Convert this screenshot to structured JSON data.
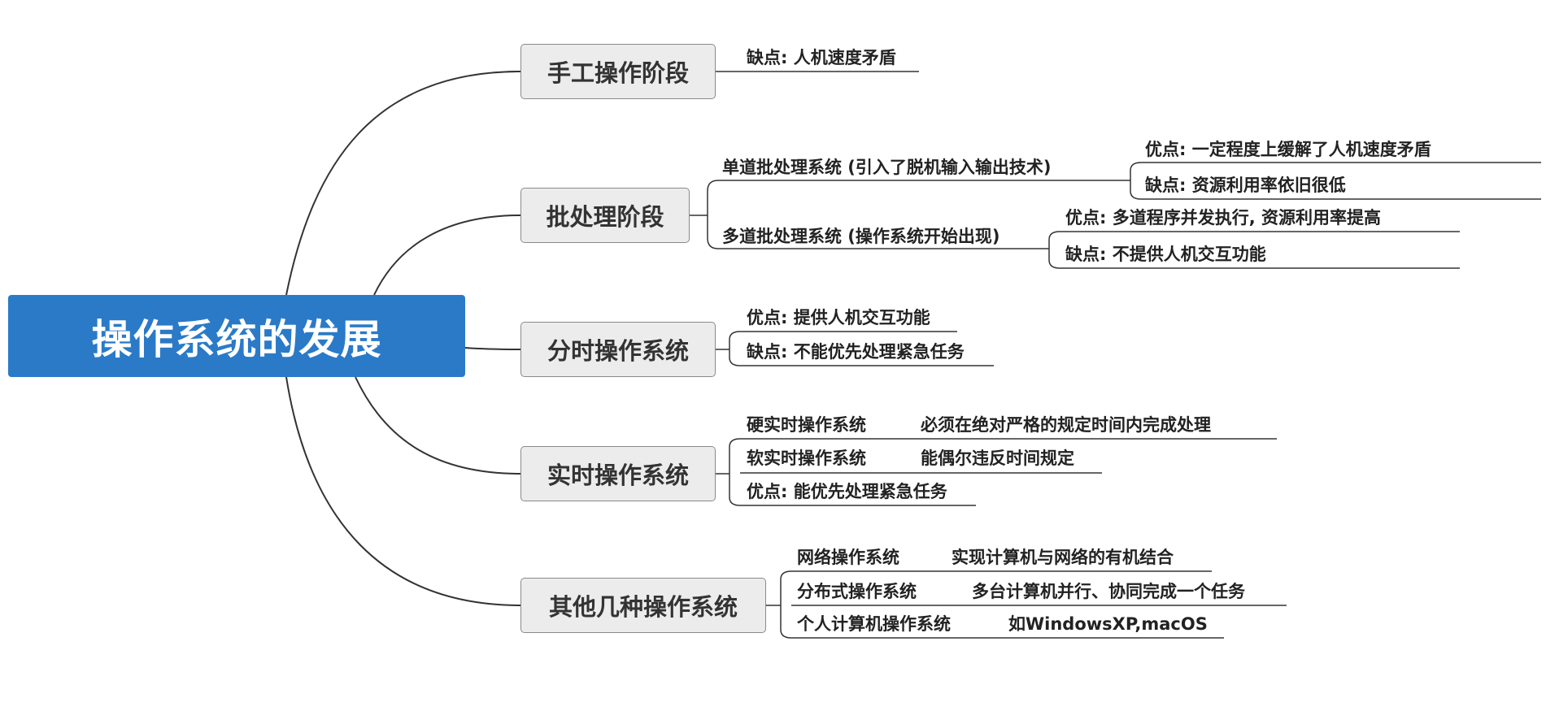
{
  "root": {
    "label": "操作系统的发展"
  },
  "branches": {
    "manual": {
      "label": "手工操作阶段",
      "drawback": "缺点: 人机速度矛盾"
    },
    "batch": {
      "label": "批处理阶段",
      "single": {
        "label": "单道批处理系统 (引入了脱机输入输出技术)",
        "advantage": "优点: 一定程度上缓解了人机速度矛盾",
        "drawback": "缺点: 资源利用率依旧很低"
      },
      "multi": {
        "label": "多道批处理系统 (操作系统开始出现)",
        "advantage": "优点: 多道程序并发执行, 资源利用率提高",
        "drawback": "缺点: 不提供人机交互功能"
      }
    },
    "timesharing": {
      "label": "分时操作系统",
      "advantage": "优点: 提供人机交互功能",
      "drawback": "缺点: 不能优先处理紧急任务"
    },
    "realtime": {
      "label": "实时操作系统",
      "hard": {
        "label": "硬实时操作系统",
        "desc": "必须在绝对严格的规定时间内完成处理"
      },
      "soft": {
        "label": "软实时操作系统",
        "desc": "能偶尔违反时间规定"
      },
      "advantage": "优点: 能优先处理紧急任务"
    },
    "others": {
      "label": "其他几种操作系统",
      "network": {
        "label": "网络操作系统",
        "desc": "实现计算机与网络的有机结合"
      },
      "distributed": {
        "label": "分布式操作系统",
        "desc": "多台计算机并行、协同完成一个任务"
      },
      "personal": {
        "label": "个人计算机操作系统",
        "desc": "如WindowsXP,macOS"
      }
    }
  },
  "colors": {
    "root_fill": "#2a7ac8",
    "node_fill": "#ececec",
    "line": "#333333"
  }
}
